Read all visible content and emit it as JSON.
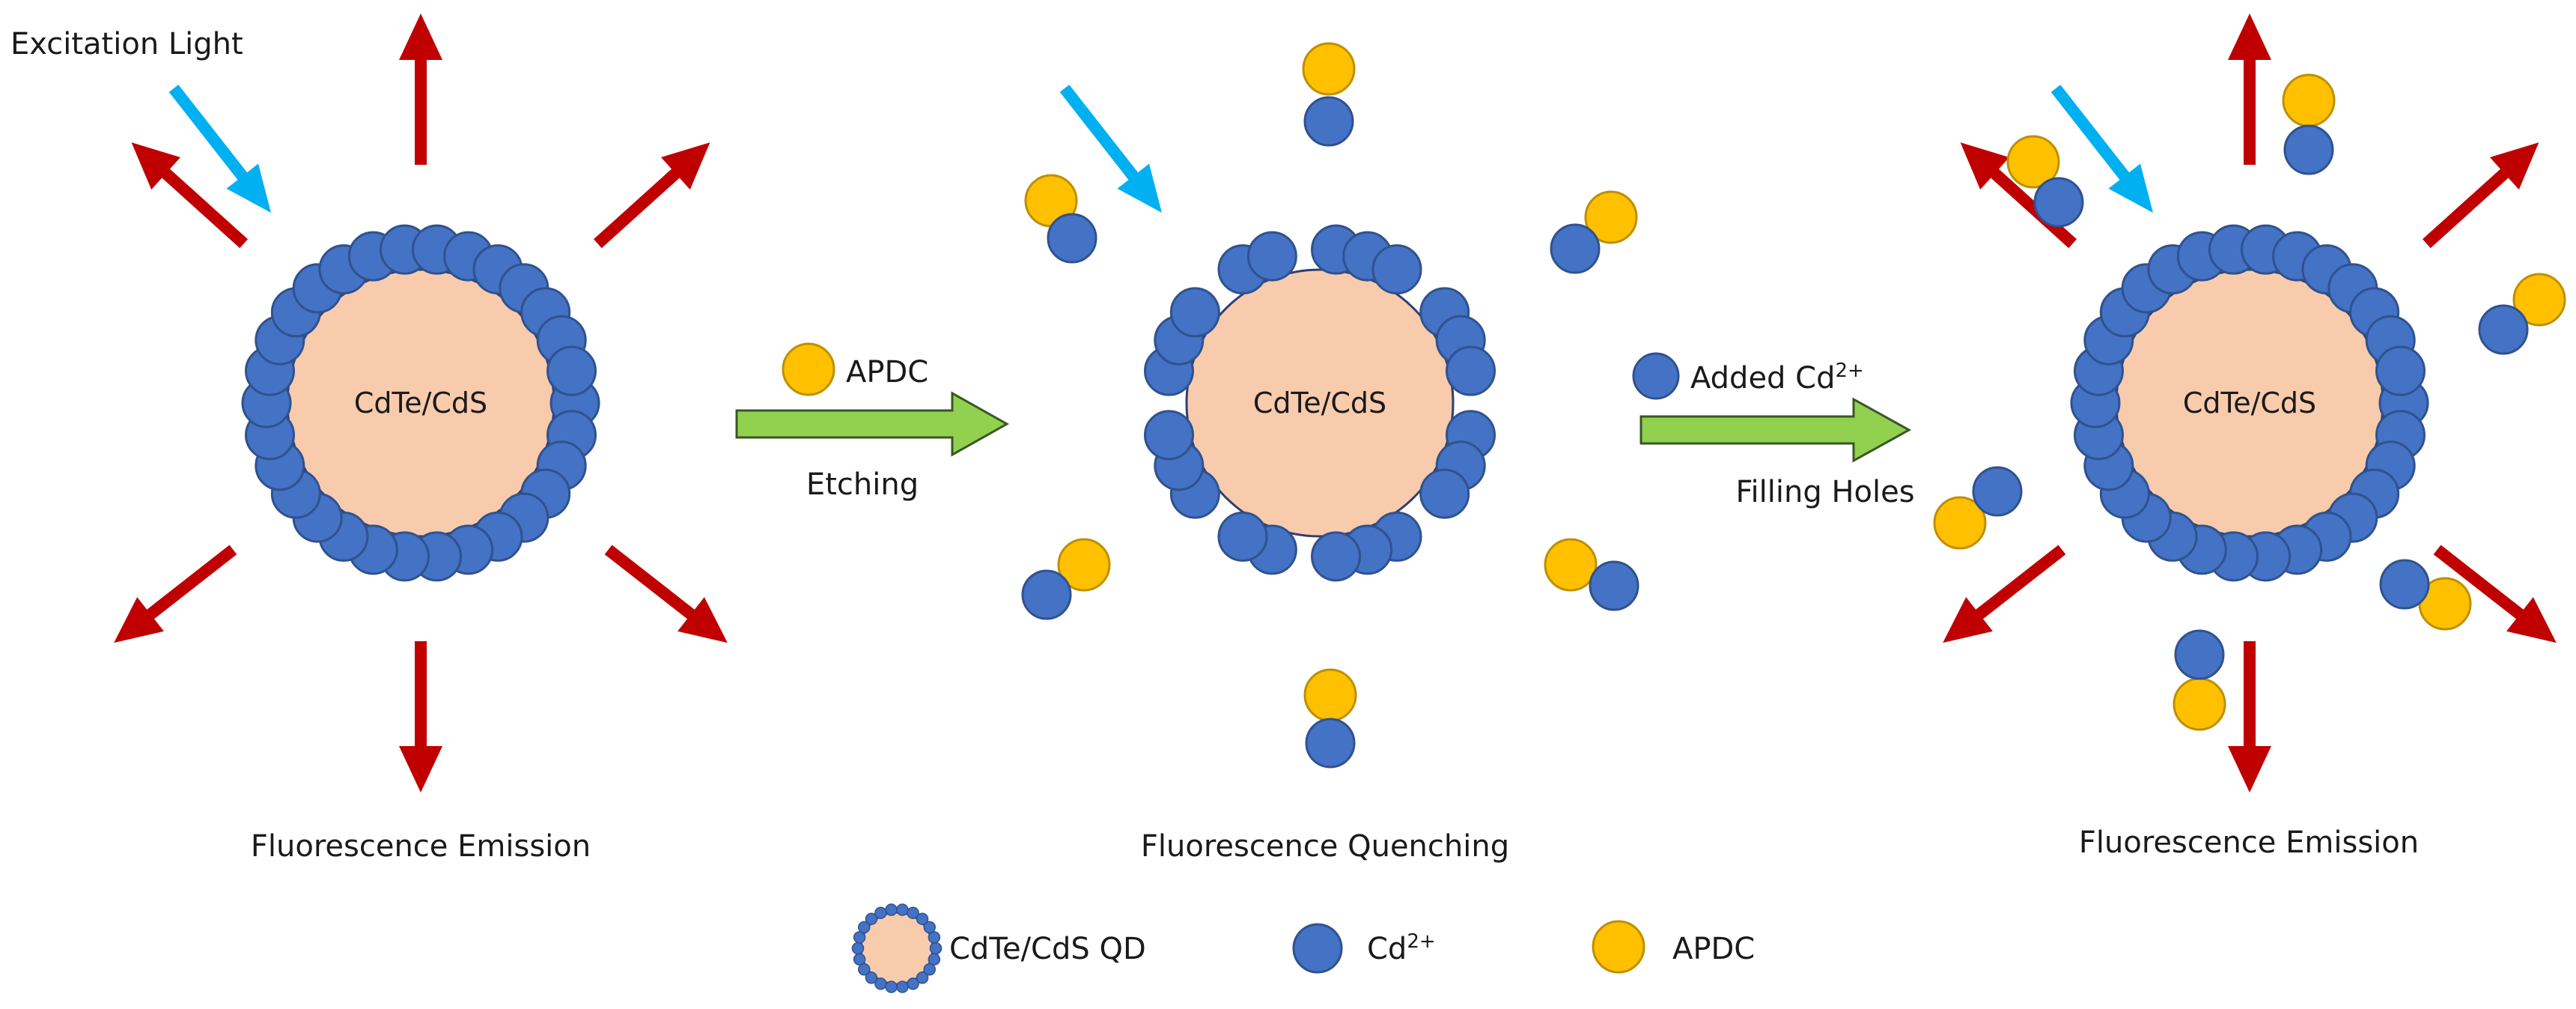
{
  "labels": {
    "excitation_light": "Excitation Light",
    "core": "CdTe/CdS",
    "apdc_step_reagent": "APDC",
    "step1_process": "Etching",
    "cd_step_reagent_prefix": "Added Cd",
    "cd_step_reagent_charge": "2+",
    "step2_process": "Filling Holes",
    "panel1_caption": "Fluorescence Emission",
    "panel2_caption": "Fluorescence Quenching",
    "panel3_caption": "Fluorescence Emission"
  },
  "legend": {
    "qd_label": "CdTe/CdS QD",
    "cd_label_prefix": "Cd",
    "cd_label_charge": "2+",
    "apdc_label": "APDC"
  },
  "colors": {
    "core_fill": "#f8cbad",
    "core_stroke": "#2f3e6e",
    "cd_ion": "#4472c4",
    "cd_ion_stroke": "#2f528f",
    "apdc": "#ffc000",
    "apdc_stroke": "#bf8f00",
    "emission_arrow": "#c00000",
    "excitation_arrow": "#00b0f0",
    "process_arrow": "#92d050",
    "process_arrow_stroke": "#385723"
  },
  "icons": {
    "emission": "red-emission-arrow",
    "excitation": "blue-excitation-arrow",
    "process": "green-process-arrow"
  }
}
